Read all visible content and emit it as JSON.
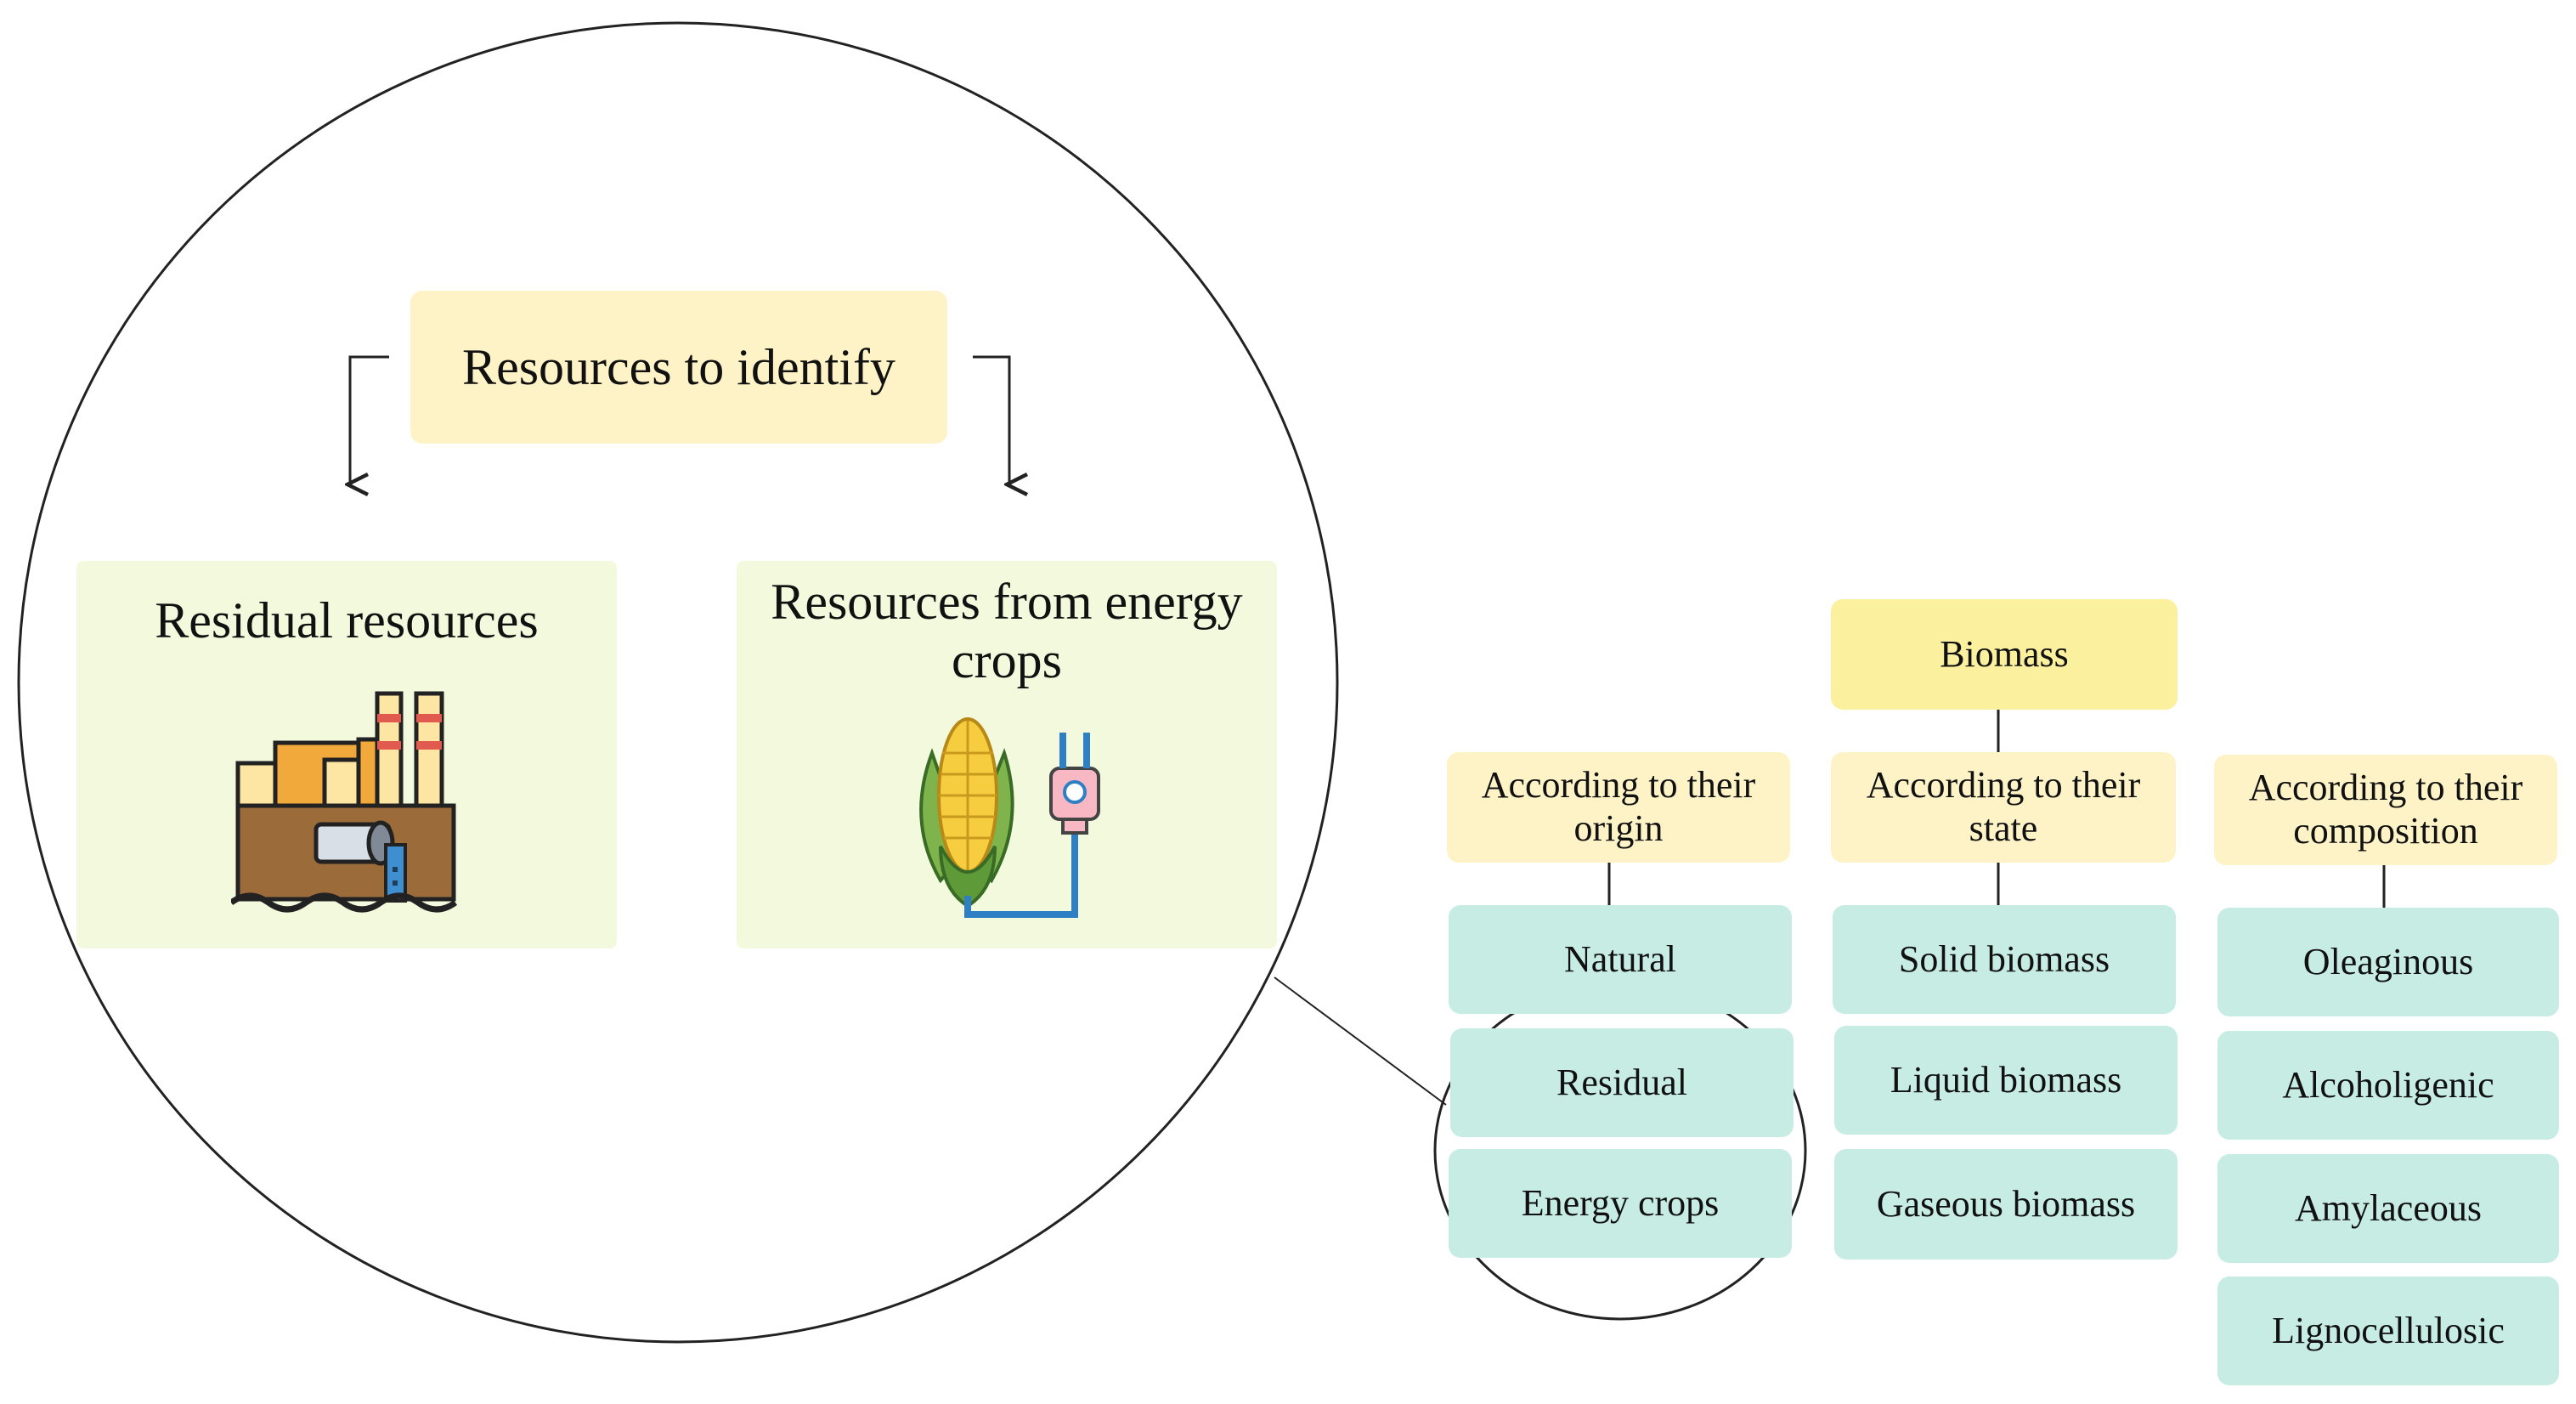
{
  "zoom": {
    "header": "Resources to identify",
    "left_card": {
      "title": "Residual resources",
      "icon": "factory-wastewater-icon"
    },
    "right_card": {
      "title": "Resources from energy crops",
      "icon": "corn-plug-icon"
    }
  },
  "tree": {
    "root": "Biomass",
    "columns": [
      {
        "header": "According to their origin",
        "items": [
          "Natural",
          "Residual",
          "Energy crops"
        ]
      },
      {
        "header": "According to their state",
        "items": [
          "Solid biomass",
          "Liquid biomass",
          "Gaseous biomass"
        ]
      },
      {
        "header": "According to their composition",
        "items": [
          "Oleaginous",
          "Alcoholigenic",
          "Amylaceous",
          "Lignocellulosic"
        ]
      }
    ]
  },
  "colors": {
    "header_yellow": "#fdf3c7",
    "root_yellow": "#fbf09e",
    "item_teal": "#c7ece4",
    "card_green": "#f3f9dc"
  }
}
